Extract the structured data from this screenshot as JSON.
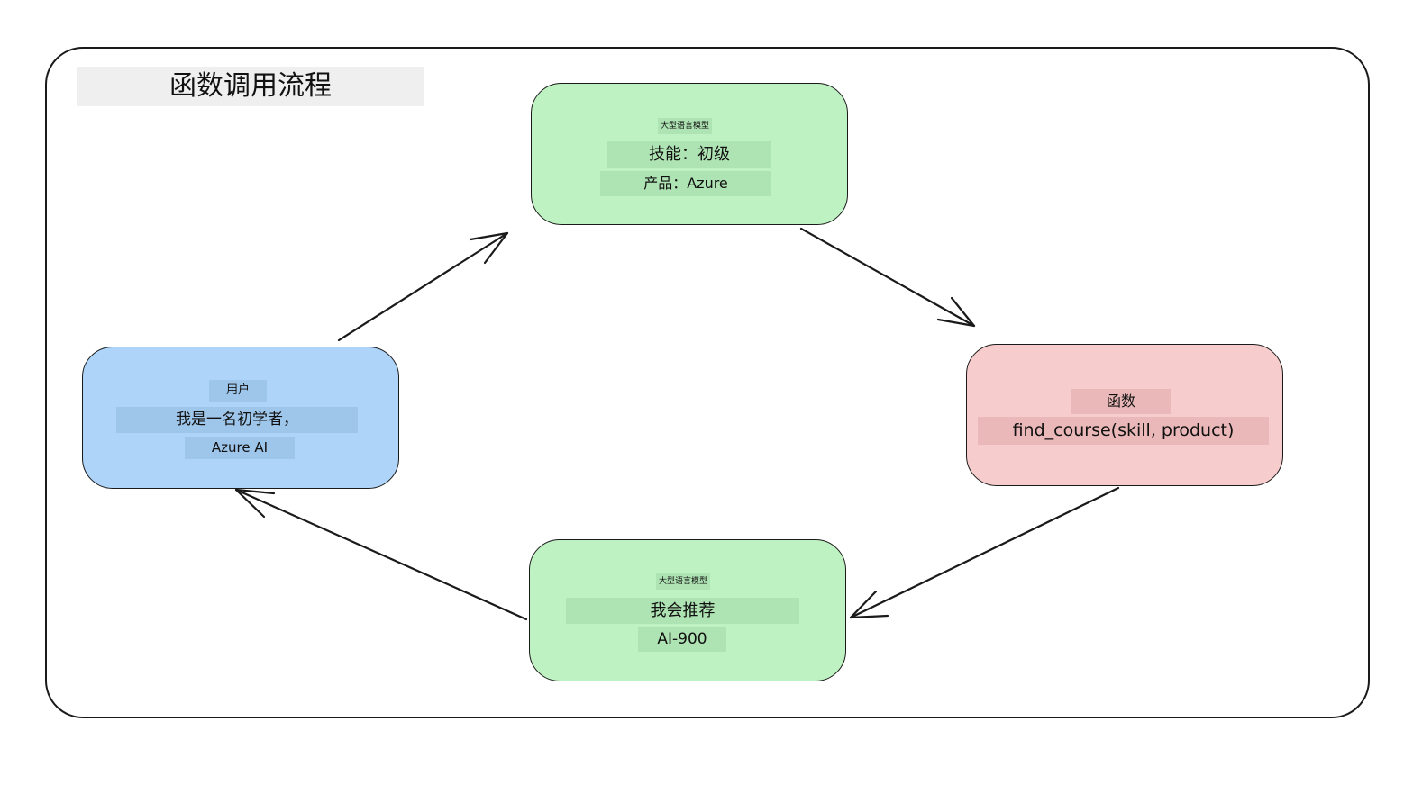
{
  "title": "函数调用流程",
  "colors": {
    "llm_fill": "#bff2c2",
    "llm_chip": "#aee3b3",
    "user_fill": "#aed4fa",
    "user_chip": "#9ec5ea",
    "function_fill": "#f7cccc",
    "function_chip": "#eab8b8",
    "stroke": "#1a1a1a"
  },
  "nodes": {
    "llm_top": {
      "label": "大型语言模型",
      "lines": [
        "技能：初级",
        "产品：Azure"
      ]
    },
    "function": {
      "label": "函数",
      "lines": [
        "find_course(skill, product)"
      ]
    },
    "llm_bottom": {
      "label": "大型语言模型",
      "lines": [
        "我会推荐",
        "AI-900"
      ]
    },
    "user": {
      "label": "用户",
      "lines": [
        "我是一名初学者，",
        "Azure AI"
      ]
    }
  }
}
